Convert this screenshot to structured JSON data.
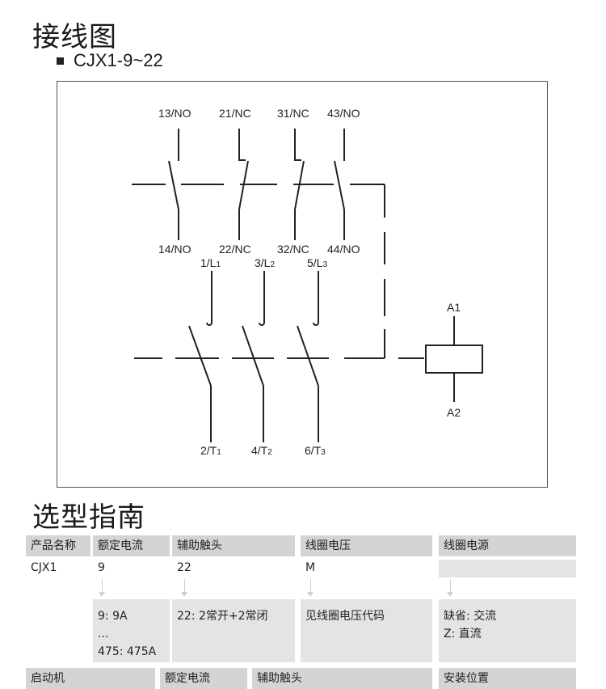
{
  "wiring": {
    "title": "接线图",
    "model": "CJX1-9~22",
    "aux_top": [
      "13/NO",
      "21/NC",
      "31/NC",
      "43/NO"
    ],
    "aux_bottom": [
      "14/NO",
      "22/NC",
      "32/NC",
      "44/NO"
    ],
    "main_top": [
      {
        "main": "1/L",
        "sub": "1"
      },
      {
        "main": "3/L",
        "sub": "2"
      },
      {
        "main": "5/L",
        "sub": "3"
      }
    ],
    "main_bottom": [
      {
        "main": "2/T",
        "sub": "1"
      },
      {
        "main": "4/T",
        "sub": "2"
      },
      {
        "main": "6/T",
        "sub": "3"
      }
    ],
    "coil_top": "A1",
    "coil_bottom": "A2"
  },
  "selection": {
    "title": "选型指南",
    "headers": [
      "产品名称",
      "额定电流",
      "辅助触头",
      "线圈电压",
      "线圈电源"
    ],
    "values": [
      "CJX1",
      "9",
      "22",
      "M",
      ""
    ],
    "explanations": [
      "",
      "9: 9A\n...\n475: 475A",
      "22: 2常开+2常闭",
      "见线圈电压代码",
      "缺省: 交流\nZ: 直流"
    ],
    "next_headers": [
      "启动机",
      "额定电流",
      "辅助触头",
      "",
      "安装位置"
    ]
  },
  "colors": {
    "header_bg": "#d4d4d4",
    "explain_bg": "#e4e4e4",
    "line": "#222222"
  }
}
